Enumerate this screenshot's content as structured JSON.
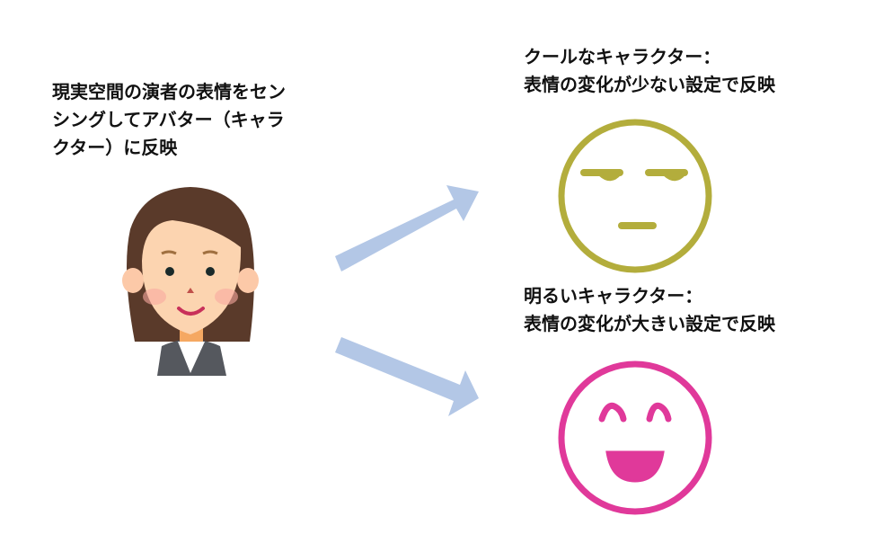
{
  "left_caption": [
    "現実空間の演者の表情をセン",
    "シングしてアバター（キャラ",
    "クター）に反映"
  ],
  "cool_caption": [
    "クールなキャラクター：",
    "表情の変化が少ない設定で反映"
  ],
  "bright_caption": [
    "明るいキャラクター：",
    "表情の変化が大きい設定で反映"
  ],
  "colors": {
    "arrow": "#b3c7e6",
    "cool": "#b3ad3c",
    "bright": "#e0399a",
    "hair": "#5a3a2a",
    "skin": "#fcd4b0",
    "suit": "#55585e"
  }
}
